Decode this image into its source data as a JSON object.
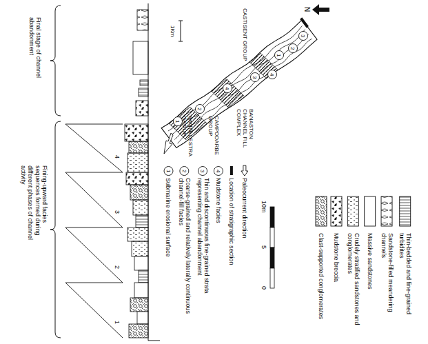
{
  "diagram": {
    "labels": [
      "Final stage of channel abandonment",
      "Fining-upward facies sequences formed during different phases of channel activity",
      "1",
      "2",
      "3",
      "4",
      "10m",
      "5",
      "0",
      "1Km",
      "N",
      "CASTISENT GROUP",
      "SANTA LESTRA GROUP",
      "CAMPODARBE GROUP",
      "BANASTON CHANNEL FILL COMPLEX",
      "1",
      "2",
      "4",
      "3",
      "1",
      "2",
      "4",
      "3",
      "1",
      "2",
      "3",
      "4"
    ],
    "legend": [
      {
        "text": "Submarine erosional surface"
      },
      {
        "text": "Coarse-grained and relatively laterally continuous channel-fill facies"
      },
      {
        "text": "Thin and discontinuous fine-grained strata representing channel abandonment"
      },
      {
        "text": "Mudstone facies"
      },
      {
        "text": "Location of stratigraphic section"
      },
      {
        "text": "Paleocurrent direction"
      },
      {
        "text": "Clast-supported conglomerates"
      },
      {
        "text": "Mudstone breccia"
      },
      {
        "text": "Crudely stratified sandstones and conglomerates"
      },
      {
        "text": "Massive sandstones"
      },
      {
        "text": "Sandstone-filled meandering channels"
      },
      {
        "text": "Thin-bedded and fine-grained turbidites"
      }
    ]
  }
}
